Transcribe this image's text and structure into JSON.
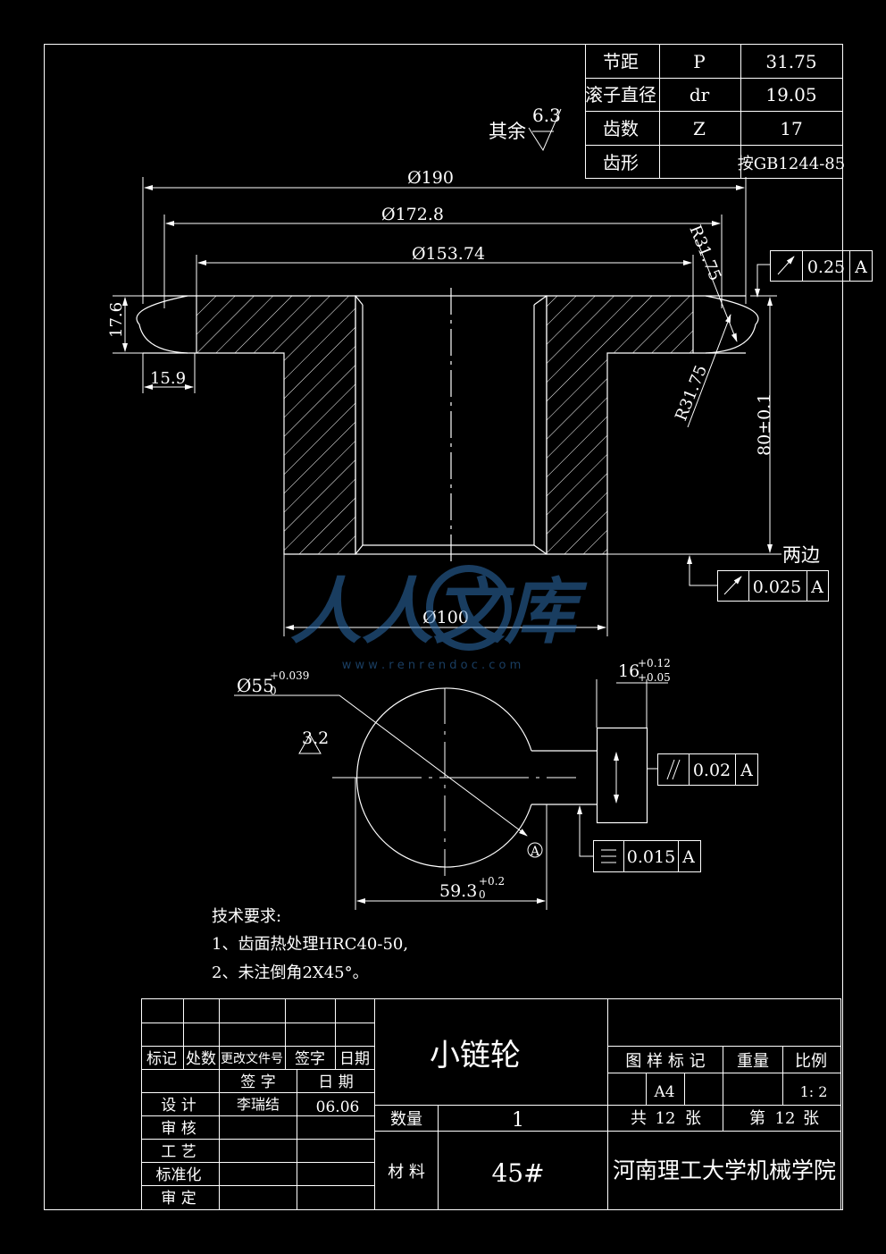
{
  "param_table": {
    "rows": [
      {
        "name": "节距",
        "symbol": "P",
        "value": "31.75"
      },
      {
        "name": "滚子直径",
        "symbol": "dr",
        "value": "19.05"
      },
      {
        "name": "齿数",
        "symbol": "Z",
        "value": "17"
      },
      {
        "name": "齿形",
        "symbol": "",
        "value": "按GB1244-85"
      }
    ]
  },
  "roughness_other": {
    "label": "其余",
    "value": "6.3"
  },
  "section_view": {
    "dia_190": "Ø190",
    "dia_172_8": "Ø172.8",
    "dia_153_74": "Ø153.74",
    "radius_top": "R31.75",
    "radius_bottom": "R31.75",
    "width_17_6": "17.6",
    "dim_15_9": "15.9",
    "height_80": "80±0.1",
    "dia_100": "Ø100",
    "both_sides": "两边",
    "runout_top": {
      "value": "0.25",
      "datum": "A"
    },
    "runout_bottom": {
      "value": "0.025",
      "datum": "A"
    }
  },
  "hole_view": {
    "bore_base": "Ø55",
    "bore_upper": "+0.039",
    "bore_lower": "0",
    "roughness": "3.2",
    "keyway_base": "16",
    "keyway_upper": "+0.12",
    "keyway_lower": "+0.05",
    "depth_base": "59.3",
    "depth_upper": "+0.2",
    "depth_lower": "0",
    "datum_label": "A",
    "parallel": {
      "value": "0.02",
      "datum": "A"
    },
    "symmetry": {
      "value": "0.015",
      "datum": "A"
    }
  },
  "tech_requirements": {
    "heading": "技术要求:",
    "items": [
      "1、齿面热处理HRC40-50,",
      "2、未注倒角2X45°。"
    ]
  },
  "title_block": {
    "part_name": "小链轮",
    "h_mark": "标记",
    "h_count": "处数",
    "h_docno": "更改文件号",
    "h_sign": "签字",
    "h_date": "日期",
    "sign_label": "签 字",
    "date_label": "日 期",
    "design": "设 计",
    "designer": "李瑞结",
    "design_date": "06.06",
    "check": "审 核",
    "process": "工 艺",
    "standard": "标准化",
    "approve": "审 定",
    "qty_label": "数量",
    "qty_value": "1",
    "material_label": "材 料",
    "material_value": "45#",
    "drawing_mark": "图 样 标 记",
    "weight": "重量",
    "scale_label": "比例",
    "format": "A4",
    "scale_value": "1: 2",
    "total_label_a": "共",
    "total_sheets": "12",
    "total_label_b": "张",
    "sheet_label_a": "第",
    "sheet_no": "12",
    "sheet_label_b": "张",
    "institution": "河南理工大学机械学院"
  },
  "watermark": {
    "brand": "人人文库",
    "url": "w w w . r e n r e n d o c . c o m"
  }
}
